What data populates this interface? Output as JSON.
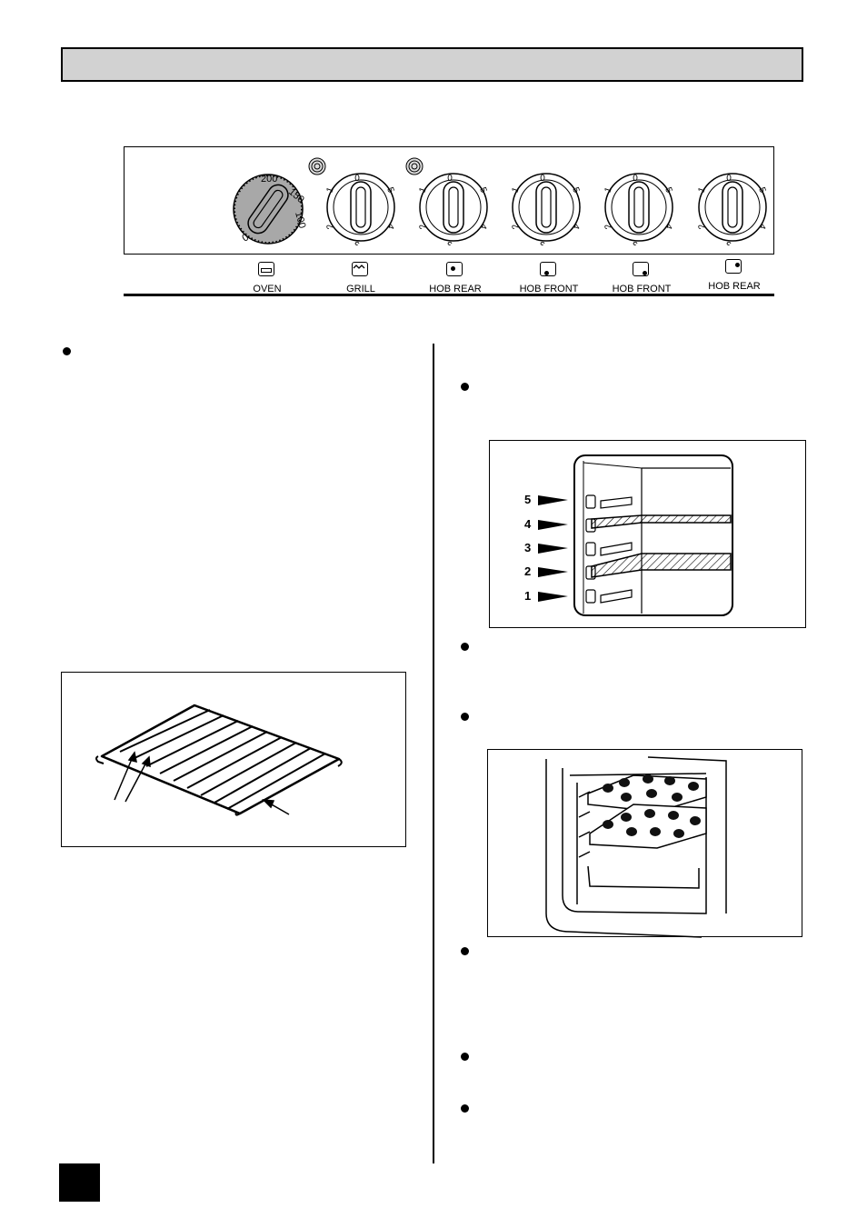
{
  "controls": [
    {
      "id": "oven",
      "label": "OVEN",
      "icon": "oven-icon"
    },
    {
      "id": "grill",
      "label": "GRILL",
      "icon": "grill-icon"
    },
    {
      "id": "hob-rear-left",
      "label": "HOB REAR",
      "icon": "hob-rear-left-icon"
    },
    {
      "id": "hob-front-left",
      "label": "HOB FRONT",
      "icon": "hob-front-left-icon"
    },
    {
      "id": "hob-front-right",
      "label": "HOB FRONT",
      "icon": "hob-front-right-icon"
    },
    {
      "id": "hob-rear-right",
      "label": "HOB REAR",
      "icon": "hob-rear-right-icon"
    }
  ],
  "oven_dial": {
    "marks": [
      "200",
      "150",
      "100",
      "0"
    ]
  },
  "hob_dial": {
    "marks": [
      "0",
      "1",
      "2",
      "3",
      "4",
      "5"
    ]
  },
  "shelf_positions": [
    "5",
    "4",
    "3",
    "2",
    "1"
  ],
  "colors": {
    "header": "#d2d2d2",
    "oven_knob": "#a8a8a8",
    "ink": "#000000"
  }
}
